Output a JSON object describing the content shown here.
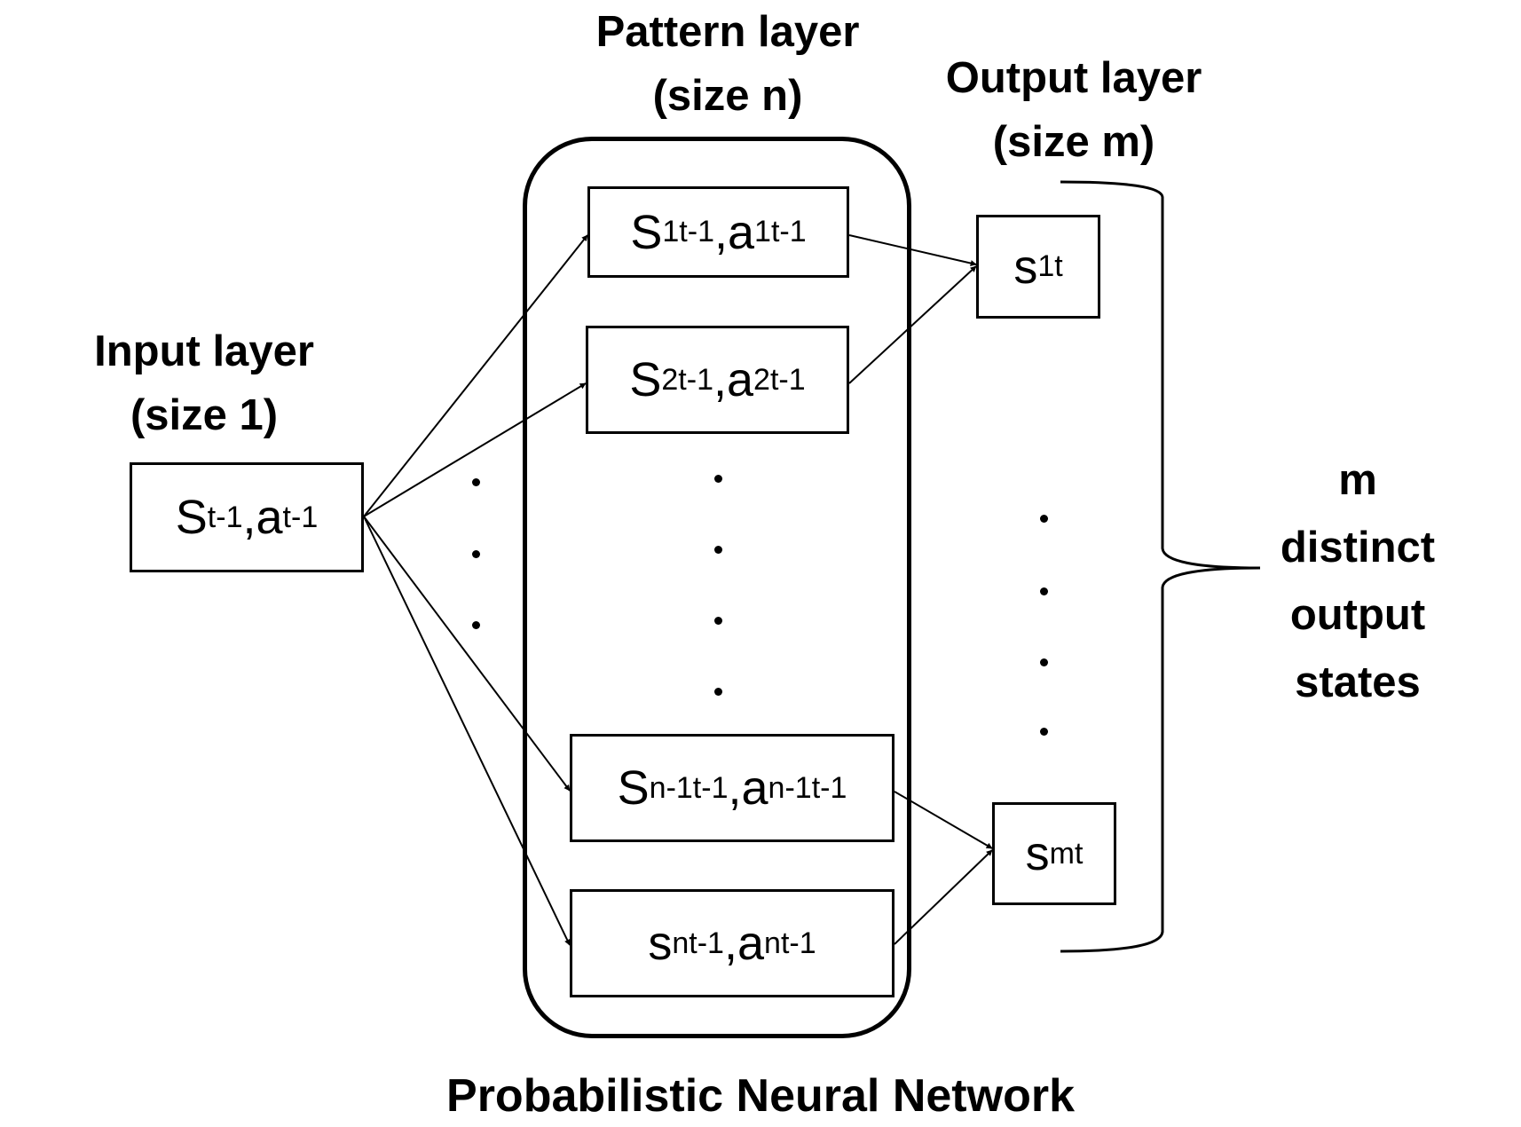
{
  "diagram": {
    "title": "Probabilistic Neural Network",
    "layers": {
      "input": {
        "title": "Input layer",
        "size": "(size 1)"
      },
      "pattern": {
        "title": "Pattern layer",
        "size": "(size n)"
      },
      "output": {
        "title": "Output layer",
        "size": "(size m)"
      }
    },
    "brace_label": [
      "m",
      "distinct",
      "output",
      "states"
    ],
    "nodes": {
      "input": {
        "s": "S",
        "s_sub": "t-1",
        "sep": ",",
        "a": "a",
        "a_sub": "t-1"
      },
      "pattern": [
        {
          "s": "S",
          "s_sup": "1",
          "s_sub": "t-1",
          "sep": ",",
          "a": "a",
          "a_sup": "1",
          "a_sub": "t-1"
        },
        {
          "s": "S",
          "s_sup": "2",
          "s_sub": "t-1",
          "sep": ",",
          "a": "a",
          "a_sup": "2",
          "a_sub": "t-1"
        },
        {
          "s": "S",
          "s_sup": "n-1",
          "s_sub": "t-1",
          "sep": ",",
          "a": "a",
          "a_sup": "n-1",
          "a_sub": "t-1"
        },
        {
          "s": "s",
          "s_sup": "n",
          "s_sub": "t-1",
          "sep": ",",
          "a": "a",
          "a_sup": "n",
          "a_sub": "t-1"
        }
      ],
      "output": [
        {
          "s": "s",
          "s_sup": "1",
          "s_sub": "t"
        },
        {
          "s": "s",
          "s_sup": "m",
          "s_sub": "t"
        }
      ]
    }
  }
}
